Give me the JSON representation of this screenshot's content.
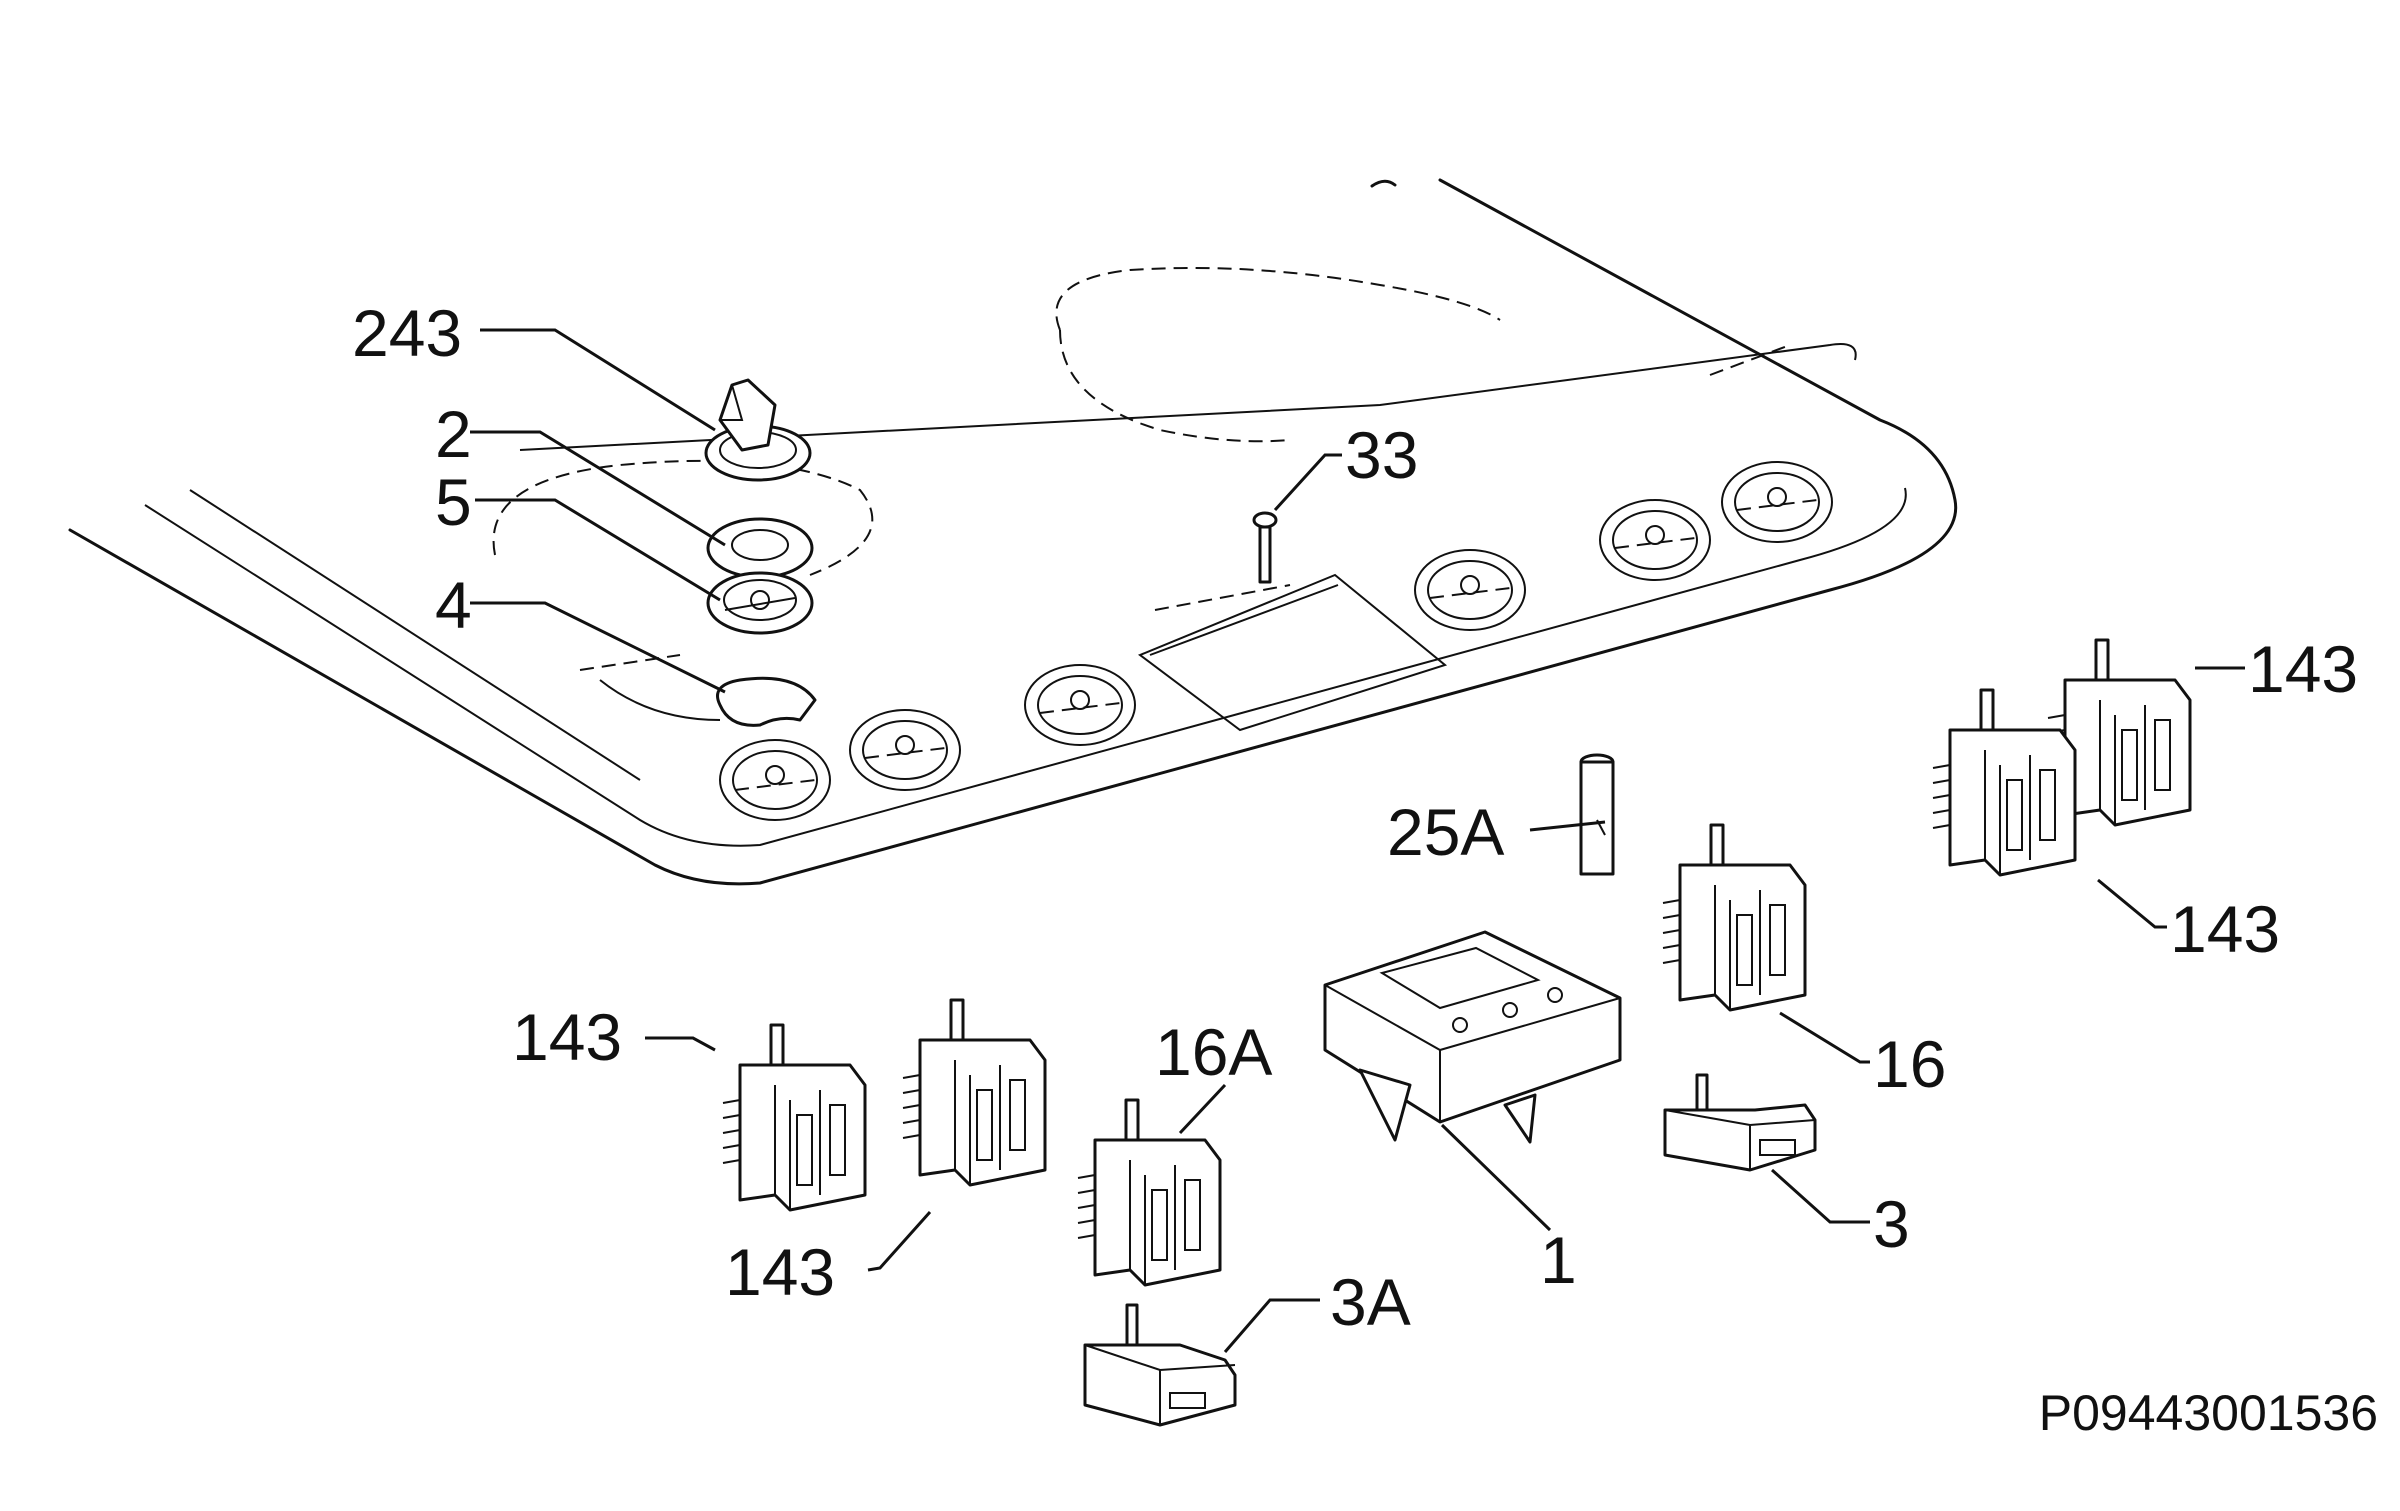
{
  "labels": {
    "l243": "243",
    "l2": "2",
    "l5": "5",
    "l4": "4",
    "l33": "33",
    "l25A": "25A",
    "l143_tr": "143",
    "l143_r": "143",
    "l16": "16",
    "l3": "3",
    "l1": "1",
    "l16A": "16A",
    "l3A": "3A",
    "l143_l": "143",
    "l143_bl": "143"
  },
  "drawing_code": "P09443001536"
}
